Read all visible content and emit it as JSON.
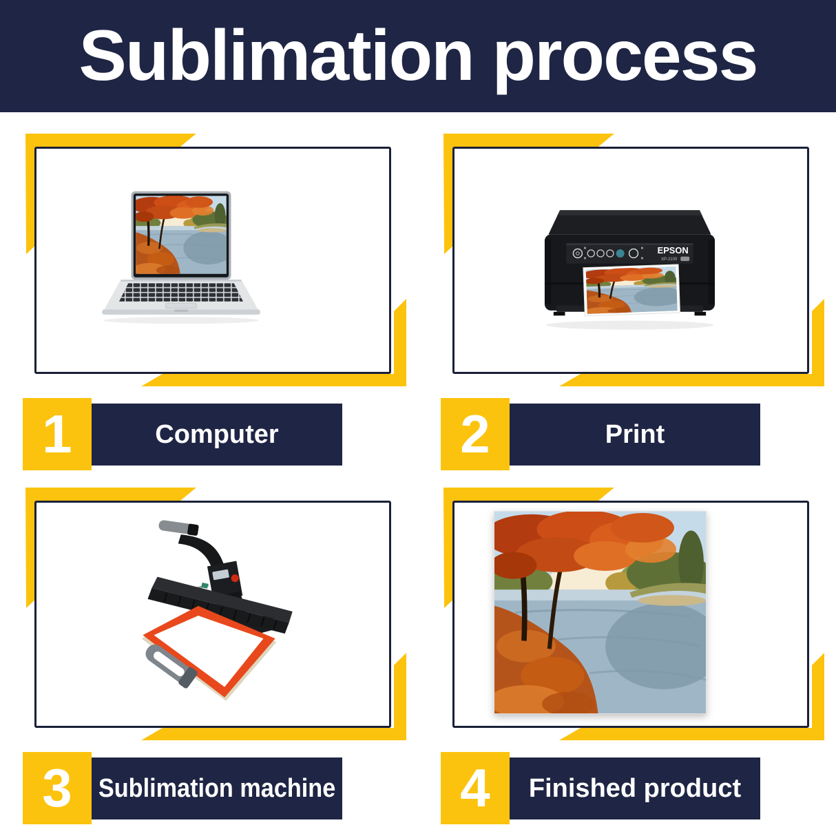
{
  "header": {
    "title": "Sublimation process"
  },
  "steps": [
    {
      "number": "1",
      "label": "Computer",
      "art": "laptop-with-autumn-wallpaper"
    },
    {
      "number": "2",
      "label": "Print",
      "art": "inkjet-printer-printing-autumn-photo"
    },
    {
      "number": "3",
      "label": "Sublimation machine",
      "art": "flat-heat-press-machine"
    },
    {
      "number": "4",
      "label": "Finished product",
      "art": "autumn-river-photo-print"
    }
  ],
  "printer_panel": {
    "brand": "EPSON",
    "model": "XP-2100"
  },
  "colors": {
    "navy": "#1f2544",
    "yellow": "#fcc30e",
    "press_pad_orange": "#e8481c",
    "background": "#ffffff"
  }
}
